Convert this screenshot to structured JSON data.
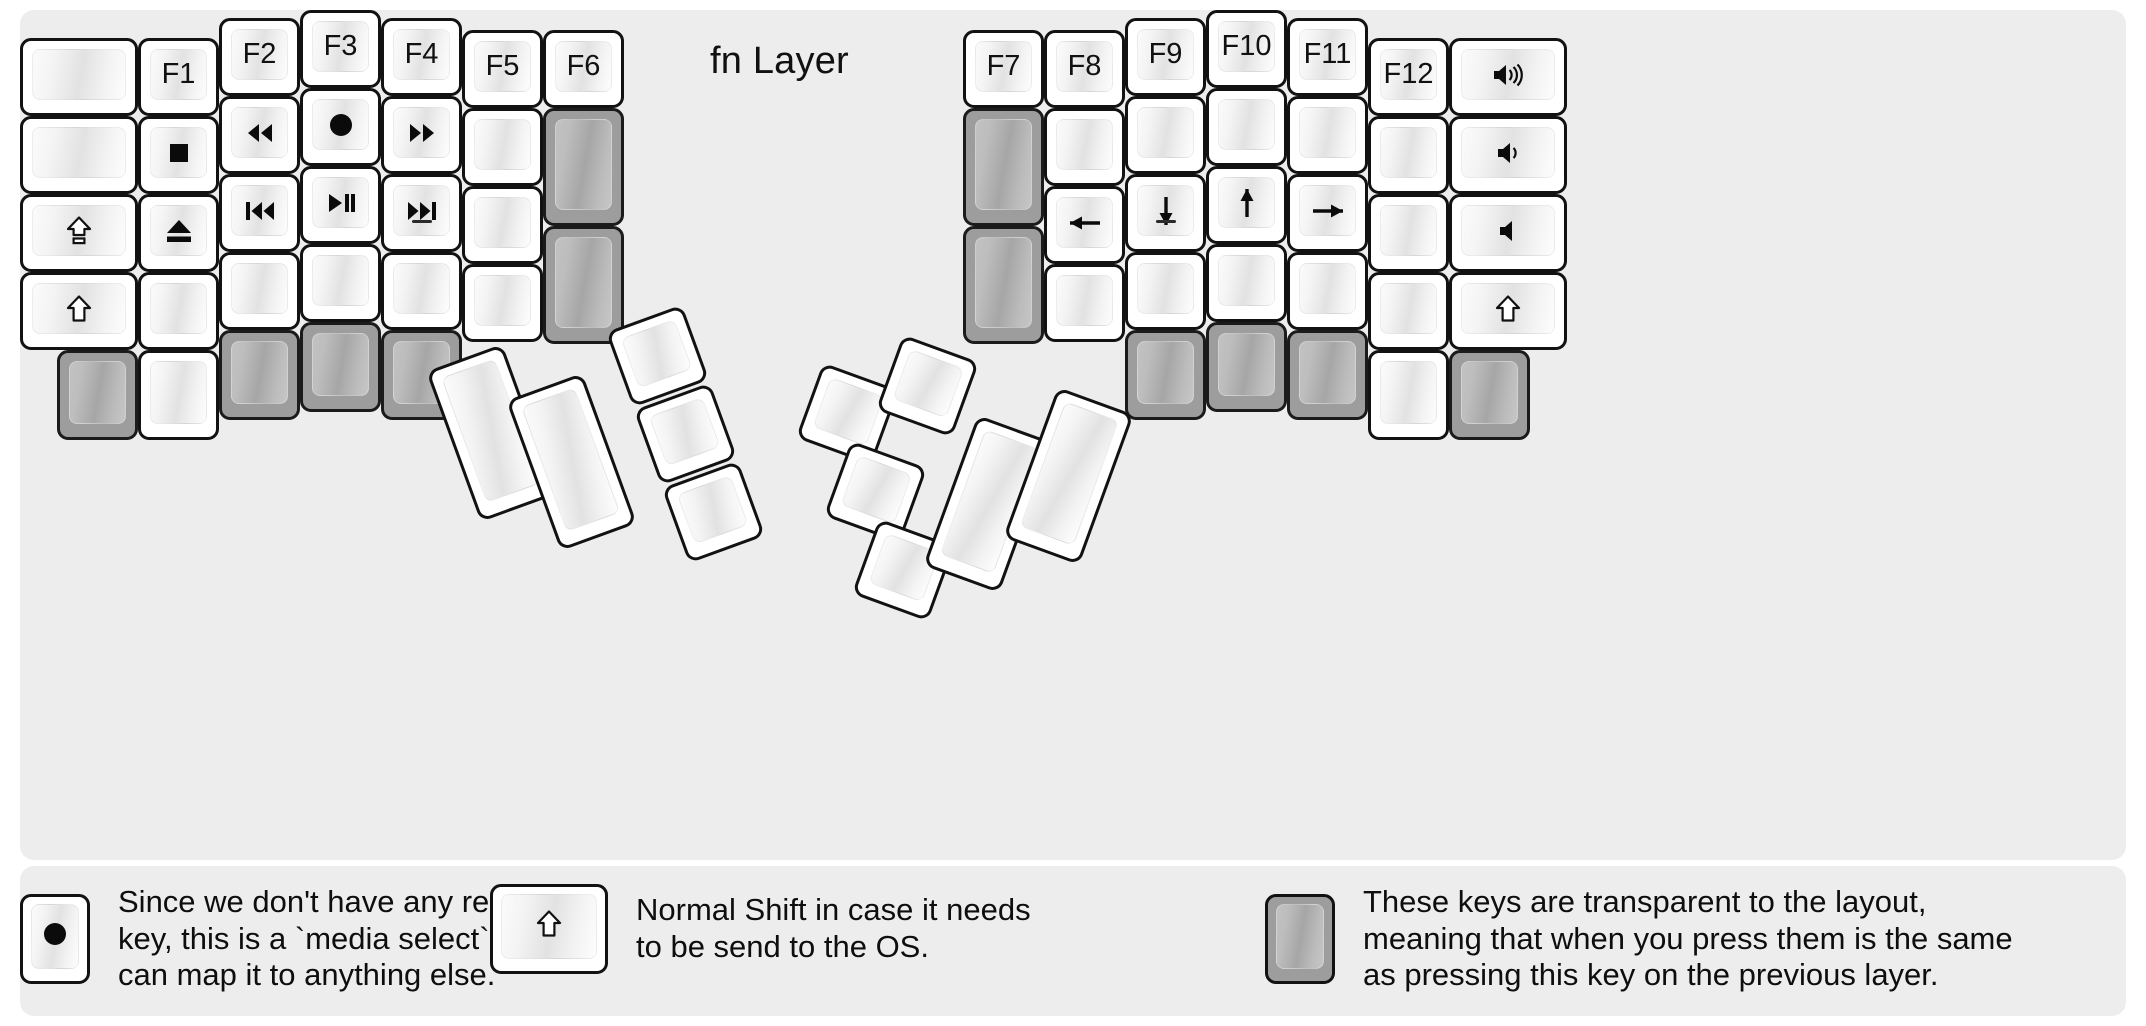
{
  "title": "fn Layer",
  "colors": {
    "background": "#ededed",
    "key_face": "#ffffff",
    "key_border": "#121212",
    "transparent_key": "#9d9d9d",
    "legend_text": "#0e0e0e"
  },
  "keyboard": {
    "left_half": {
      "columns": [
        {
          "name": "pinky-outer",
          "keys": [
            {
              "label": "",
              "icon": "",
              "type": "normal"
            },
            {
              "label": "",
              "icon": "",
              "type": "normal"
            },
            {
              "label": "",
              "icon": "caps-lock-icon",
              "type": "normal"
            },
            {
              "label": "",
              "icon": "shift-icon",
              "type": "normal"
            },
            {
              "label": "",
              "icon": "",
              "type": "transparent"
            }
          ]
        },
        {
          "name": "pinky",
          "keys": [
            {
              "label": "F1",
              "icon": "",
              "type": "normal"
            },
            {
              "label": "",
              "icon": "media-stop-icon",
              "type": "normal"
            },
            {
              "label": "",
              "icon": "media-eject-icon",
              "type": "normal"
            },
            {
              "label": "",
              "icon": "",
              "type": "normal"
            },
            {
              "label": "",
              "icon": "",
              "type": "normal"
            }
          ]
        },
        {
          "name": "ring",
          "keys": [
            {
              "label": "F2",
              "icon": "",
              "type": "normal"
            },
            {
              "label": "",
              "icon": "media-rewind-icon",
              "type": "normal"
            },
            {
              "label": "",
              "icon": "media-previous-icon",
              "type": "normal"
            },
            {
              "label": "",
              "icon": "",
              "type": "normal"
            },
            {
              "label": "",
              "icon": "",
              "type": "transparent"
            }
          ]
        },
        {
          "name": "middle",
          "keys": [
            {
              "label": "F3",
              "icon": "",
              "type": "normal"
            },
            {
              "label": "",
              "icon": "media-record-icon",
              "type": "normal"
            },
            {
              "label": "",
              "icon": "media-play-pause-icon",
              "type": "normal"
            },
            {
              "label": "",
              "icon": "",
              "type": "normal"
            },
            {
              "label": "",
              "icon": "",
              "type": "transparent"
            }
          ]
        },
        {
          "name": "index",
          "keys": [
            {
              "label": "F4",
              "icon": "",
              "type": "normal"
            },
            {
              "label": "",
              "icon": "media-fast-forward-icon",
              "type": "normal"
            },
            {
              "label": "",
              "icon": "media-next-icon",
              "type": "normal",
              "homing": true
            },
            {
              "label": "",
              "icon": "",
              "type": "normal"
            },
            {
              "label": "",
              "icon": "",
              "type": "transparent"
            }
          ]
        },
        {
          "name": "index-inner",
          "keys": [
            {
              "label": "F5",
              "icon": "",
              "type": "normal"
            },
            {
              "label": "",
              "icon": "",
              "type": "normal"
            },
            {
              "label": "",
              "icon": "",
              "type": "normal"
            },
            {
              "label": "",
              "icon": "",
              "type": "normal"
            }
          ]
        },
        {
          "name": "inner",
          "keys": [
            {
              "label": "F6",
              "icon": "",
              "type": "normal"
            },
            {
              "label": "",
              "icon": "",
              "type": "transparent",
              "tall": true
            },
            {
              "label": "",
              "icon": "",
              "type": "transparent",
              "tall": true
            }
          ]
        }
      ],
      "thumb_cluster": [
        {
          "label": "",
          "icon": "",
          "type": "normal",
          "size": "2u"
        },
        {
          "label": "",
          "icon": "",
          "type": "normal",
          "size": "2u"
        },
        {
          "label": "",
          "icon": "",
          "type": "normal",
          "size": "1u"
        },
        {
          "label": "",
          "icon": "",
          "type": "normal",
          "size": "1u"
        },
        {
          "label": "",
          "icon": "",
          "type": "normal",
          "size": "1u"
        }
      ]
    },
    "right_half": {
      "columns": [
        {
          "name": "inner",
          "keys": [
            {
              "label": "F7",
              "icon": "",
              "type": "normal"
            },
            {
              "label": "",
              "icon": "",
              "type": "transparent",
              "tall": true
            },
            {
              "label": "",
              "icon": "",
              "type": "transparent",
              "tall": true
            }
          ]
        },
        {
          "name": "index-inner",
          "keys": [
            {
              "label": "F8",
              "icon": "",
              "type": "normal"
            },
            {
              "label": "",
              "icon": "",
              "type": "normal"
            },
            {
              "label": "",
              "icon": "arrow-left-icon",
              "type": "normal"
            },
            {
              "label": "",
              "icon": "",
              "type": "normal"
            }
          ]
        },
        {
          "name": "index",
          "keys": [
            {
              "label": "F9",
              "icon": "",
              "type": "normal"
            },
            {
              "label": "",
              "icon": "",
              "type": "normal"
            },
            {
              "label": "",
              "icon": "arrow-down-icon",
              "type": "normal",
              "homing": true
            },
            {
              "label": "",
              "icon": "",
              "type": "normal"
            },
            {
              "label": "",
              "icon": "",
              "type": "transparent"
            }
          ]
        },
        {
          "name": "middle",
          "keys": [
            {
              "label": "F10",
              "icon": "",
              "type": "normal"
            },
            {
              "label": "",
              "icon": "",
              "type": "normal"
            },
            {
              "label": "",
              "icon": "arrow-up-icon",
              "type": "normal"
            },
            {
              "label": "",
              "icon": "",
              "type": "normal"
            },
            {
              "label": "",
              "icon": "",
              "type": "transparent"
            }
          ]
        },
        {
          "name": "ring",
          "keys": [
            {
              "label": "F11",
              "icon": "",
              "type": "normal"
            },
            {
              "label": "",
              "icon": "",
              "type": "normal"
            },
            {
              "label": "",
              "icon": "arrow-right-icon",
              "type": "normal"
            },
            {
              "label": "",
              "icon": "",
              "type": "normal"
            },
            {
              "label": "",
              "icon": "",
              "type": "transparent"
            }
          ]
        },
        {
          "name": "pinky",
          "keys": [
            {
              "label": "F12",
              "icon": "",
              "type": "normal"
            },
            {
              "label": "",
              "icon": "",
              "type": "normal"
            },
            {
              "label": "",
              "icon": "",
              "type": "normal"
            },
            {
              "label": "",
              "icon": "",
              "type": "normal"
            },
            {
              "label": "",
              "icon": "",
              "type": "normal"
            }
          ]
        },
        {
          "name": "pinky-outer",
          "keys": [
            {
              "label": "",
              "icon": "volume-up-icon",
              "type": "normal"
            },
            {
              "label": "",
              "icon": "volume-down-icon",
              "type": "normal"
            },
            {
              "label": "",
              "icon": "volume-mute-icon",
              "type": "normal"
            },
            {
              "label": "",
              "icon": "shift-icon",
              "type": "normal"
            },
            {
              "label": "",
              "icon": "",
              "type": "transparent"
            }
          ]
        }
      ],
      "thumb_cluster": [
        {
          "label": "",
          "icon": "",
          "type": "normal",
          "size": "1u"
        },
        {
          "label": "",
          "icon": "",
          "type": "normal",
          "size": "1u"
        },
        {
          "label": "",
          "icon": "",
          "type": "normal",
          "size": "1u"
        },
        {
          "label": "",
          "icon": "",
          "type": "normal",
          "size": "1u"
        },
        {
          "label": "",
          "icon": "",
          "type": "normal",
          "size": "2u"
        },
        {
          "label": "",
          "icon": "",
          "type": "normal",
          "size": "2u"
        }
      ]
    }
  },
  "legend": [
    {
      "key_icon": "media-record-icon",
      "key_type": "normal",
      "text": "Since we don't have any recording\nkey, this is a `media select` so user\ncan map it to anything else."
    },
    {
      "key_icon": "shift-icon",
      "key_type": "normal",
      "text": "Normal Shift in case it needs\nto be send to the OS."
    },
    {
      "key_icon": "",
      "key_type": "transparent",
      "text": "These keys are transparent to the layout,\nmeaning that when you press them is the same\nas pressing this key on the previous layer."
    }
  ]
}
